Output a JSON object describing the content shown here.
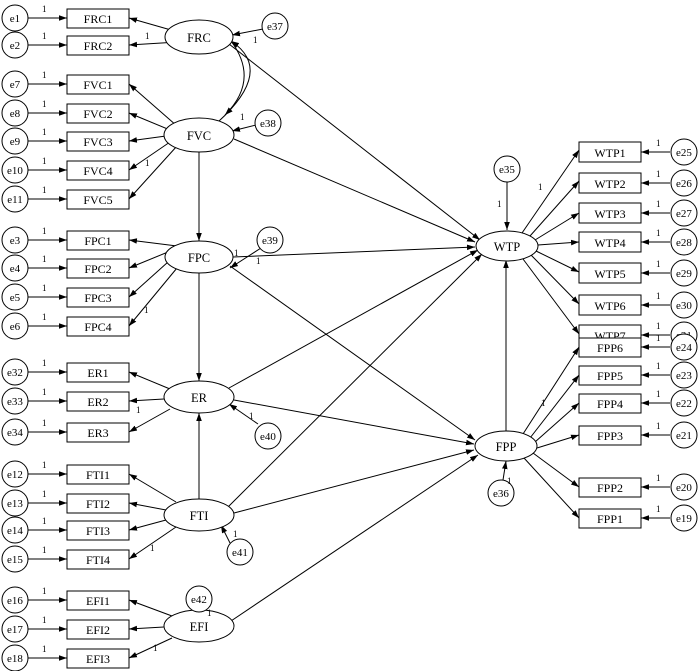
{
  "diagram": {
    "latents": {
      "FRC": "FRC",
      "FVC": "FVC",
      "FPC": "FPC",
      "ER": "ER",
      "FTI": "FTI",
      "EFI": "EFI",
      "WTP": "WTP",
      "FPP": "FPP"
    },
    "indicators": {
      "FRC1": "FRC1",
      "FRC2": "FRC2",
      "FVC1": "FVC1",
      "FVC2": "FVC2",
      "FVC3": "FVC3",
      "FVC4": "FVC4",
      "FVC5": "FVC5",
      "FPC1": "FPC1",
      "FPC2": "FPC2",
      "FPC3": "FPC3",
      "FPC4": "FPC4",
      "ER1": "ER1",
      "ER2": "ER2",
      "ER3": "ER3",
      "FTI1": "FTI1",
      "FTI2": "FTI2",
      "FTI3": "FTI3",
      "FTI4": "FTI4",
      "EFI1": "EFI1",
      "EFI2": "EFI2",
      "EFI3": "EFI3",
      "WTP1": "WTP1",
      "WTP2": "WTP2",
      "WTP3": "WTP3",
      "WTP4": "WTP4",
      "WTP5": "WTP5",
      "WTP6": "WTP6",
      "WTP7": "WTP7",
      "FPP6": "FPP6",
      "FPP5": "FPP5",
      "FPP4": "FPP4",
      "FPP3": "FPP3",
      "FPP2": "FPP2",
      "FPP1": "FPP1"
    },
    "errors": {
      "e1": "e1",
      "e2": "e2",
      "e7": "e7",
      "e8": "e8",
      "e9": "e9",
      "e10": "e10",
      "e11": "e11",
      "e3": "e3",
      "e4": "e4",
      "e5": "e5",
      "e6": "e6",
      "e32": "e32",
      "e33": "e33",
      "e34": "e34",
      "e12": "e12",
      "e13": "e13",
      "e14": "e14",
      "e15": "e15",
      "e16": "e16",
      "e17": "e17",
      "e18": "e18",
      "e25": "e25",
      "e26": "e26",
      "e27": "e27",
      "e28": "e28",
      "e29": "e29",
      "e30": "e30",
      "e31": "e31",
      "e24": "e24",
      "e23": "e23",
      "e22": "e22",
      "e21": "e21",
      "e20": "e20",
      "e19": "e19",
      "e35": "e35",
      "e36": "e36",
      "e37": "e37",
      "e38": "e38",
      "e39": "e39",
      "e40": "e40",
      "e41": "e41",
      "e42": "e42"
    },
    "fixed_weight": "1"
  }
}
